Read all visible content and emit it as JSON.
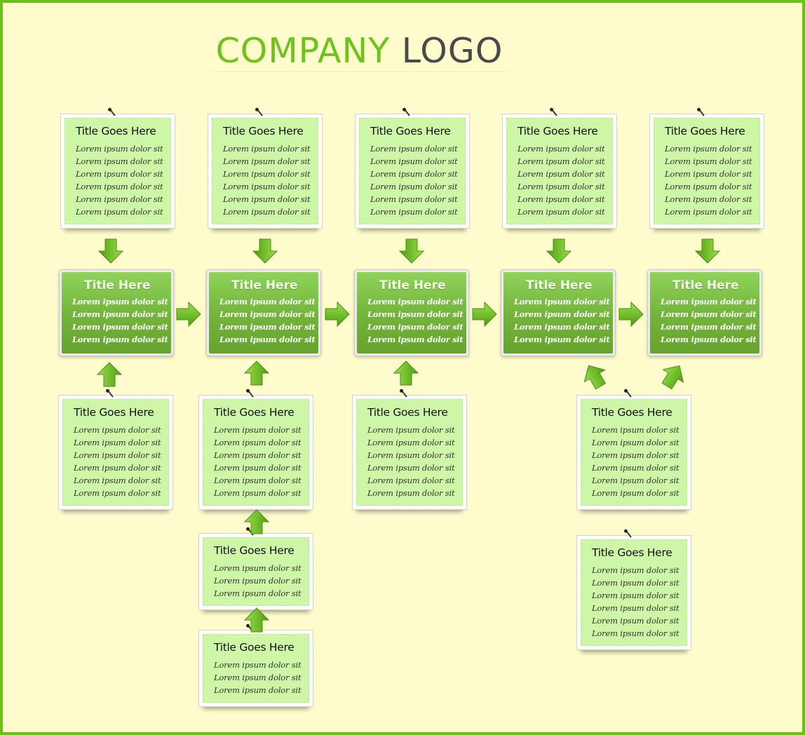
{
  "logo": {
    "word1": "COMPANY",
    "word2": "LOGO"
  },
  "colors": {
    "background": "#fefccc",
    "frame": "#6fbf1a",
    "note_fill": "#cdf7a6",
    "core_fill_top": "#8fd35b",
    "core_fill_bottom": "#67a32f",
    "arrow": "#5cb51a"
  },
  "core_boxes": [
    {
      "title": "Title Here",
      "lines": [
        "Lorem ipsum dolor sit",
        "Lorem ipsum dolor sit",
        "Lorem ipsum dolor sit",
        "Lorem ipsum dolor sit"
      ]
    },
    {
      "title": "Title Here",
      "lines": [
        "Lorem ipsum dolor sit",
        "Lorem ipsum dolor sit",
        "Lorem ipsum dolor sit",
        "Lorem ipsum dolor sit"
      ]
    },
    {
      "title": "Title Here",
      "lines": [
        "Lorem ipsum dolor sit",
        "Lorem ipsum dolor sit",
        "Lorem ipsum dolor sit",
        "Lorem ipsum dolor sit"
      ]
    },
    {
      "title": "Title Here",
      "lines": [
        "Lorem ipsum dolor sit",
        "Lorem ipsum dolor sit",
        "Lorem ipsum dolor sit",
        "Lorem ipsum dolor sit"
      ]
    },
    {
      "title": "Title Here",
      "lines": [
        "Lorem ipsum dolor sit",
        "Lorem ipsum dolor sit",
        "Lorem ipsum dolor sit",
        "Lorem ipsum dolor sit"
      ]
    }
  ],
  "top_notes": [
    {
      "title": "Title Goes Here",
      "lines": [
        "Lorem ipsum dolor sit",
        "Lorem ipsum dolor sit",
        "Lorem ipsum dolor sit",
        "Lorem ipsum dolor sit",
        "Lorem ipsum dolor sit",
        "Lorem ipsum dolor sit"
      ]
    },
    {
      "title": "Title Goes Here",
      "lines": [
        "Lorem ipsum dolor sit",
        "Lorem ipsum dolor sit",
        "Lorem ipsum dolor sit",
        "Lorem ipsum dolor sit",
        "Lorem ipsum dolor sit",
        "Lorem ipsum dolor sit"
      ]
    },
    {
      "title": "Title Goes Here",
      "lines": [
        "Lorem ipsum dolor sit",
        "Lorem ipsum dolor sit",
        "Lorem ipsum dolor sit",
        "Lorem ipsum dolor sit",
        "Lorem ipsum dolor sit",
        "Lorem ipsum dolor sit"
      ]
    },
    {
      "title": "Title Goes Here",
      "lines": [
        "Lorem ipsum dolor sit",
        "Lorem ipsum dolor sit",
        "Lorem ipsum dolor sit",
        "Lorem ipsum dolor sit",
        "Lorem ipsum dolor sit",
        "Lorem ipsum dolor sit"
      ]
    },
    {
      "title": "Title Goes Here",
      "lines": [
        "Lorem ipsum dolor sit",
        "Lorem ipsum dolor sit",
        "Lorem ipsum dolor sit",
        "Lorem ipsum dolor sit",
        "Lorem ipsum dolor sit",
        "Lorem ipsum dolor sit"
      ]
    }
  ],
  "bottom_notes": [
    {
      "title": "Title Goes Here",
      "lines": [
        "Lorem ipsum dolor sit",
        "Lorem ipsum dolor sit",
        "Lorem ipsum dolor sit",
        "Lorem ipsum dolor sit",
        "Lorem ipsum dolor sit",
        "Lorem ipsum dolor sit"
      ]
    },
    {
      "title": "Title Goes Here",
      "lines": [
        "Lorem ipsum dolor sit",
        "Lorem ipsum dolor sit",
        "Lorem ipsum dolor sit",
        "Lorem ipsum dolor sit",
        "Lorem ipsum dolor sit",
        "Lorem ipsum dolor sit"
      ]
    },
    {
      "title": "Title Goes Here",
      "lines": [
        "Lorem ipsum dolor sit",
        "Lorem ipsum dolor sit",
        "Lorem ipsum dolor sit"
      ]
    },
    {
      "title": "Title Goes Here",
      "lines": [
        "Lorem ipsum dolor sit",
        "Lorem ipsum dolor sit",
        "Lorem ipsum dolor sit"
      ]
    },
    {
      "title": "Title Goes Here",
      "lines": [
        "Lorem ipsum dolor sit",
        "Lorem ipsum dolor sit",
        "Lorem ipsum dolor sit",
        "Lorem ipsum dolor sit",
        "Lorem ipsum dolor sit",
        "Lorem ipsum dolor sit"
      ]
    },
    {
      "title": "Title Goes Here",
      "lines": [
        "Lorem ipsum dolor sit",
        "Lorem ipsum dolor sit",
        "Lorem ipsum dolor sit",
        "Lorem ipsum dolor sit",
        "Lorem ipsum dolor sit",
        "Lorem ipsum dolor sit"
      ]
    },
    {
      "title": "Title Goes Here",
      "lines": [
        "Lorem ipsum dolor sit",
        "Lorem ipsum dolor sit",
        "Lorem ipsum dolor sit",
        "Lorem ipsum dolor sit",
        "Lorem ipsum dolor sit",
        "Lorem ipsum dolor sit"
      ]
    }
  ]
}
